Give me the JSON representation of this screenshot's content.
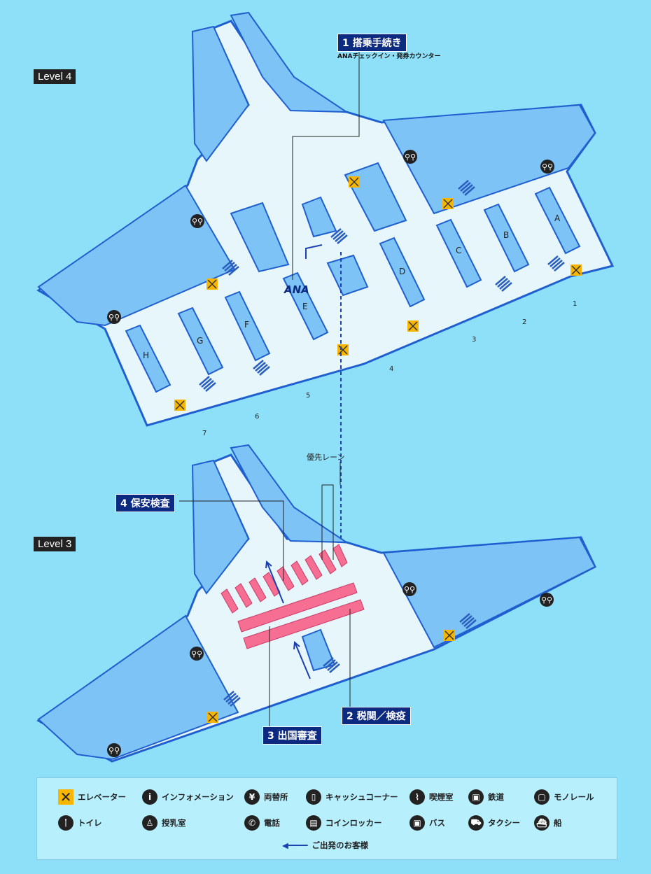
{
  "levels": {
    "l4": "Level 4",
    "l3": "Level 3"
  },
  "callouts": {
    "c1": "1 搭乗手続き",
    "c1_sub": "ANAチェックイン・発券カウンター",
    "c2": "2 税関／検疫",
    "c3": "3 出国審査",
    "c4": "4 保安検査",
    "priority": "優先レーン"
  },
  "counters": [
    "A",
    "B",
    "C",
    "D",
    "E",
    "F",
    "G",
    "H"
  ],
  "gates": [
    "1",
    "2",
    "3",
    "4",
    "5",
    "6",
    "7"
  ],
  "logo": "ANA",
  "legend": {
    "elevator": "エレベーター",
    "info": "インフォメーション",
    "exchange": "両替所",
    "cash": "キャッシュコーナー",
    "smoking": "喫煙室",
    "rail": "鉄道",
    "monorail": "モノレール",
    "toilet": "トイレ",
    "nursing": "授乳室",
    "phone": "電話",
    "locker": "コインロッカー",
    "bus": "バス",
    "taxi": "タクシー",
    "ship": "船",
    "departure": "ご出発のお客様"
  },
  "colors": {
    "bg": "#8ee0f8",
    "floor": "#e6f6fb",
    "wing": "#7dc3f5",
    "edge": "#1f5fd0",
    "security": "#f76e93"
  }
}
